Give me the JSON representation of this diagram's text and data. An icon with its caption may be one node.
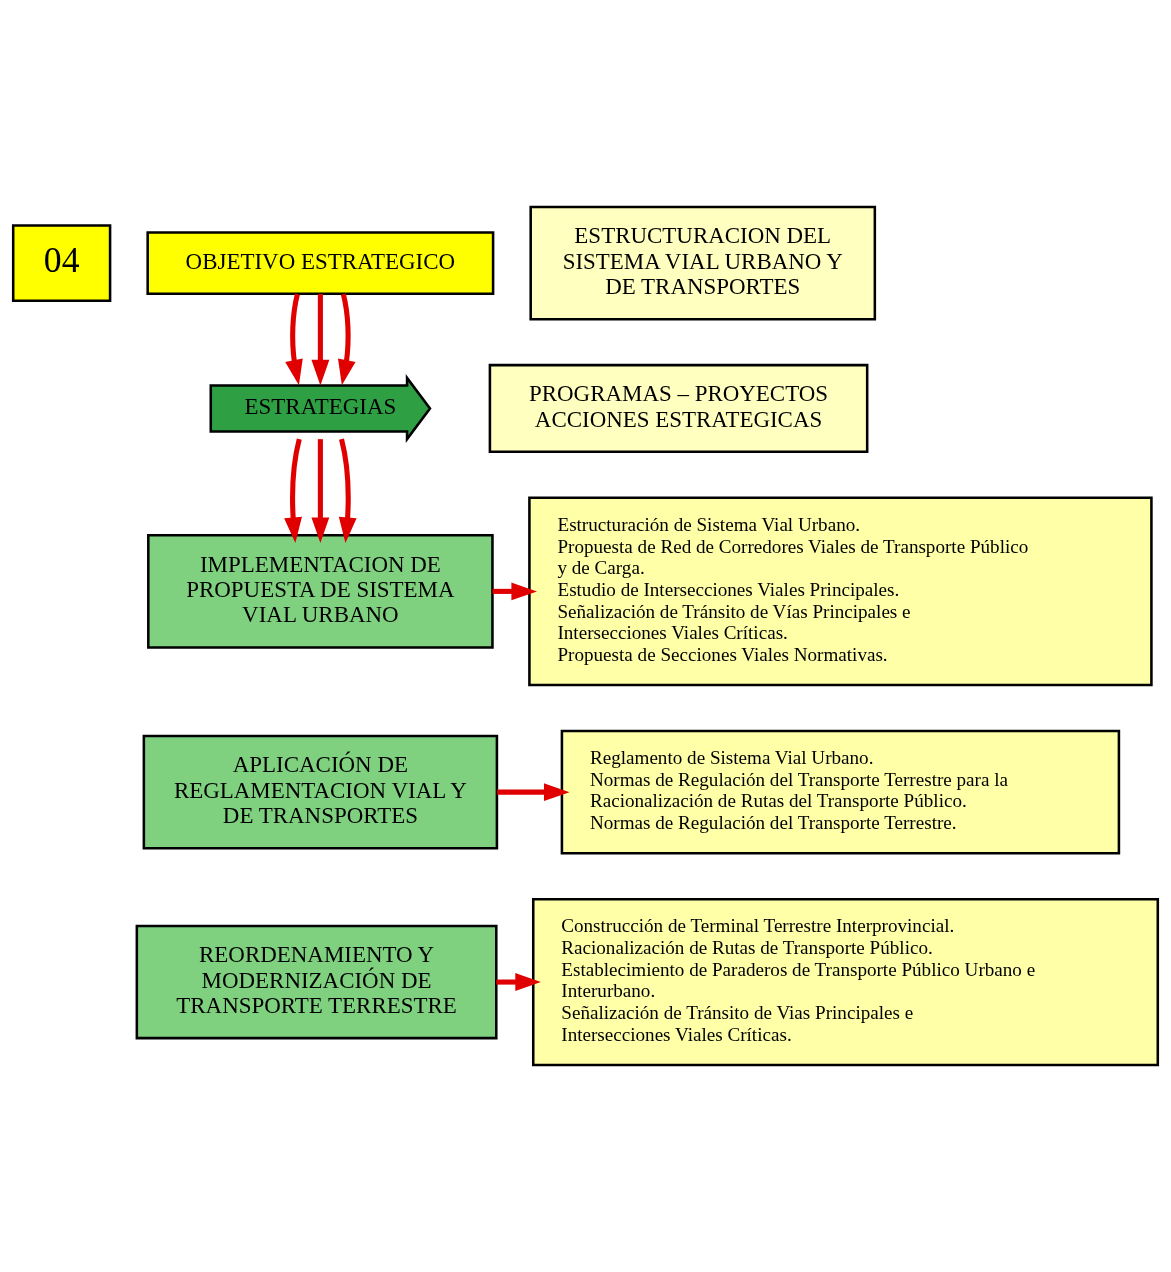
{
  "diagram": {
    "nodes": [
      {
        "text": [
          "04"
        ]
      },
      {
        "text": [
          "OBJETIVO ESTRATEGICO"
        ]
      },
      {
        "text": [
          "ESTRUCTURACION DEL SISTEMA VIAL URBANO Y DE TRANSPORTES"
        ]
      },
      {
        "text": [
          "ESTRATEGIAS"
        ]
      },
      {
        "text": [
          "PROGRAMAS – PROYECTOS ACCIONES ESTRATEGICAS"
        ]
      },
      {
        "text": [
          "IMPLEMENTACION DE PROPUESTA DE SISTEMA VIAL URBANO"
        ]
      },
      {
        "text": [
          "Estructuración de Sistema Vial Urbano.",
          "Propuesta de Red de Corredores Viales de Transporte Público y de Carga.",
          "Estudio de Intersecciones Viales Principales.",
          "Señalización de Tránsito de Vías Principales e Intersecciones Viales Críticas.",
          "Propuesta de Secciones Viales Normativas."
        ]
      },
      {
        "text": [
          "APLICACIÓN DE REGLAMENTACION VIAL Y DE TRANSPORTES"
        ]
      },
      {
        "text": [
          "Reglamento de Sistema Vial Urbano.",
          "Normas de Regulación del Transporte Terrestre para la Racionalización de Rutas del Transporte Público.",
          "Normas de Regulación del Transporte Terrestre."
        ]
      },
      {
        "text": [
          "REORDENAMIENTO Y MODERNIZACIÓN DE TRANSPORTE TERRESTRE"
        ]
      },
      {
        "text": [
          "Construcción de Terminal Terrestre Interprovincial.",
          "Racionalización de Rutas de Transporte Público.",
          "Establecimiento de Paraderos de Transporte Público Urbano e Interurbano.",
          "Señalización de Tránsito de Vias Principales e Intersecciones Viales Críticas."
        ]
      }
    ],
    "edges": [
      {
        "from": 1,
        "to": 3,
        "arrow": "to"
      },
      {
        "from": 1,
        "to": 3,
        "arrow": "to"
      },
      {
        "from": 1,
        "to": 3,
        "arrow": "to"
      },
      {
        "from": 3,
        "to": 5,
        "arrow": "to"
      },
      {
        "from": 3,
        "to": 5,
        "arrow": "to"
      },
      {
        "from": 3,
        "to": 5,
        "arrow": "to"
      },
      {
        "from": 5,
        "to": 6,
        "arrow": "to"
      },
      {
        "from": 7,
        "to": 8,
        "arrow": "to"
      },
      {
        "from": 9,
        "to": 10,
        "arrow": "to"
      }
    ]
  }
}
